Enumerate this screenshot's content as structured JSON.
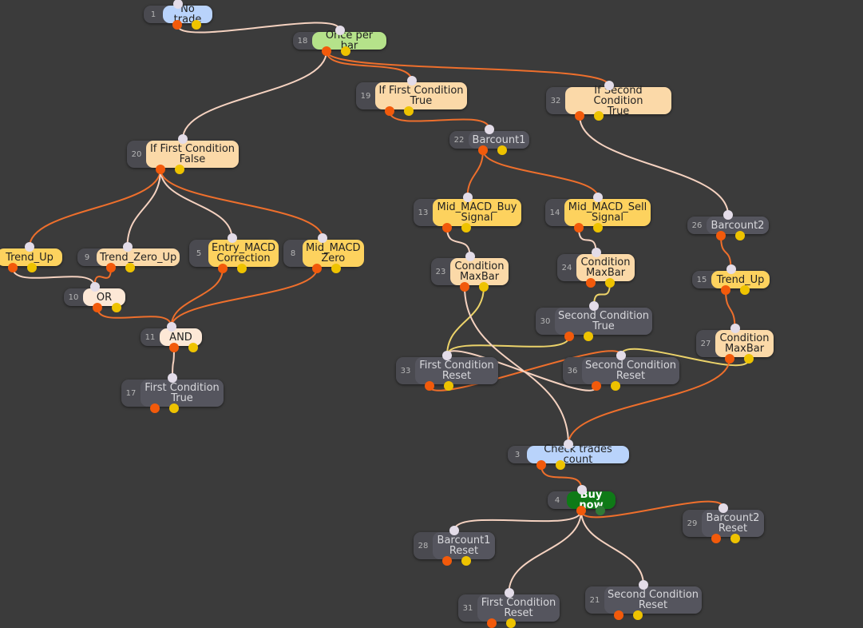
{
  "graph": {
    "nodes": [
      {
        "id": "n1",
        "num": "1",
        "label": "No trade",
        "style": "blue"
      },
      {
        "id": "n18",
        "num": "18",
        "label": "Once per bar",
        "style": "green"
      },
      {
        "id": "n19",
        "num": "19",
        "label": "If First Condition\nTrue",
        "style": "peach"
      },
      {
        "id": "n32",
        "num": "32",
        "label": "If Second Condition\nTrue",
        "style": "peach"
      },
      {
        "id": "n20",
        "num": "20",
        "label": "If First Condition\nFalse",
        "style": "peach"
      },
      {
        "id": "n22",
        "num": "22",
        "label": "Barcount1",
        "style": "dark"
      },
      {
        "id": "n13",
        "num": "13",
        "label": "Mid_MACD_Buy\nSignal",
        "style": "yellow"
      },
      {
        "id": "n14",
        "num": "14",
        "label": "Mid_MACD_Sell\nSignal",
        "style": "yellow"
      },
      {
        "id": "n26",
        "num": "26",
        "label": "Barcount2",
        "style": "dark"
      },
      {
        "id": "n7",
        "num": "",
        "label": "Trend_Up",
        "style": "yellow"
      },
      {
        "id": "n9",
        "num": "9",
        "label": "Trend_Zero_Up",
        "style": "peach"
      },
      {
        "id": "n5",
        "num": "5",
        "label": "Entry_MACD\nCorrection",
        "style": "yellow"
      },
      {
        "id": "n8",
        "num": "8",
        "label": "Mid_MACD\nZero",
        "style": "yellow"
      },
      {
        "id": "n23",
        "num": "23",
        "label": "Condition\nMaxBar",
        "style": "peach"
      },
      {
        "id": "n24",
        "num": "24",
        "label": "Condition\nMaxBar",
        "style": "peach"
      },
      {
        "id": "n15",
        "num": "15",
        "label": "Trend_Up",
        "style": "yellow"
      },
      {
        "id": "n10",
        "num": "10",
        "label": "OR",
        "style": "cream"
      },
      {
        "id": "n30",
        "num": "30",
        "label": "Second Condition\nTrue",
        "style": "dark"
      },
      {
        "id": "n27",
        "num": "27",
        "label": "Condition\nMaxBar",
        "style": "peach"
      },
      {
        "id": "n11",
        "num": "11",
        "label": "AND",
        "style": "cream"
      },
      {
        "id": "n33",
        "num": "33",
        "label": "First Condition\nReset",
        "style": "dark"
      },
      {
        "id": "n36",
        "num": "36",
        "label": "Second Condition\nReset",
        "style": "dark"
      },
      {
        "id": "n17",
        "num": "17",
        "label": "First Condition\nTrue",
        "style": "dark"
      },
      {
        "id": "n3",
        "num": "3",
        "label": "Check trades count",
        "style": "blue"
      },
      {
        "id": "n4",
        "num": "4",
        "label": "Buy now",
        "style": "dkgreen"
      },
      {
        "id": "n29",
        "num": "29",
        "label": "Barcount2\nReset",
        "style": "dark"
      },
      {
        "id": "n28",
        "num": "28",
        "label": "Barcount1\nReset",
        "style": "dark"
      },
      {
        "id": "n21",
        "num": "21",
        "label": "Second Condition\nReset",
        "style": "dark"
      },
      {
        "id": "n31",
        "num": "31",
        "label": "First Condition\nReset",
        "style": "dark"
      }
    ],
    "colors": {
      "background": "#3b3b3b",
      "wire_true": "#ee6f2c",
      "wire_false": "#f5d2c0",
      "wire_alt": "#ecd36a",
      "port_in": "#e3dce8",
      "port_out": "#f25a0b",
      "port_false": "#eec300"
    }
  }
}
